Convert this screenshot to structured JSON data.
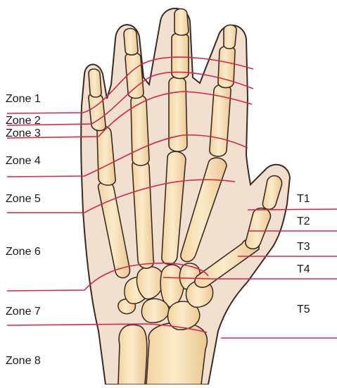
{
  "zones": [
    {
      "id": "zone-1",
      "label": "Zone 1"
    },
    {
      "id": "zone-2",
      "label": "Zone 2"
    },
    {
      "id": "zone-3",
      "label": "Zone 3"
    },
    {
      "id": "zone-4",
      "label": "Zone 4"
    },
    {
      "id": "zone-5",
      "label": "Zone 5"
    },
    {
      "id": "zone-6",
      "label": "Zone 6"
    },
    {
      "id": "zone-7",
      "label": "Zone 7"
    },
    {
      "id": "zone-8",
      "label": "Zone 8"
    }
  ],
  "thumb_zones": [
    {
      "id": "t1",
      "label": "T1"
    },
    {
      "id": "t2",
      "label": "T2"
    },
    {
      "id": "t3",
      "label": "T3"
    },
    {
      "id": "t4",
      "label": "T4"
    },
    {
      "id": "t5",
      "label": "T5"
    }
  ],
  "colors": {
    "skin": "#f1e0cf",
    "skin_outline": "#3a2a22",
    "bone": "#f7e2b8",
    "bone_shade": "#e9c995",
    "bone_outline": "#3a2a22",
    "zone_line": "#d8234a"
  }
}
